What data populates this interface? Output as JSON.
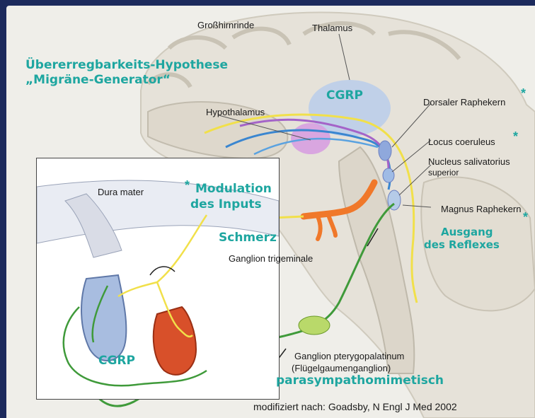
{
  "hypothesis": {
    "line1": "Übererregbarkeits-Hypothese",
    "line2": "„Migräne-Generator“"
  },
  "labels": {
    "cortex": "Großhirnrinde",
    "thalamus": "Thalamus",
    "hypothalamus": "Hypothalamus",
    "cgrp_brain": "CGRP",
    "dorsal_raphe": "Dorsaler Raphekern",
    "locus_coeruleus": "Locus coeruleus",
    "nucleus_line1": "Nucleus salivatorius",
    "nucleus_line2": "superior",
    "magnus_raphe": "Magnus Raphekern",
    "dura_mater": "Dura mater",
    "modulation_line1": "Modulation",
    "modulation_line2": "des Inputs",
    "pain": "Schmerz",
    "ganglion_trigeminale": "Ganglion trigeminale",
    "output_line1": "Ausgang",
    "output_line2": "des Reflexes",
    "cgrp_inset": "CGRP",
    "pterygo_line1": "Ganglion pterygopalatinum",
    "pterygo_line2": "(Flügelgaumenganglion)",
    "parasympatho": "parasympathomimetisch",
    "asterisk": "*"
  },
  "citation": "modifiziert nach: Goadsby, N Engl J Med 2002",
  "colors": {
    "background_border": "#1c2a5c",
    "accent_teal": "#1ea6a0",
    "nerve_yellow": "#f1e04a",
    "nerve_green": "#3f9a3a",
    "nerve_blue": "#3a86d0",
    "nerve_purple": "#a463c8",
    "ganglion_orange": "#f0782a",
    "vessel_blue": "#9fb7dd",
    "vessel_red": "#d8502a"
  }
}
